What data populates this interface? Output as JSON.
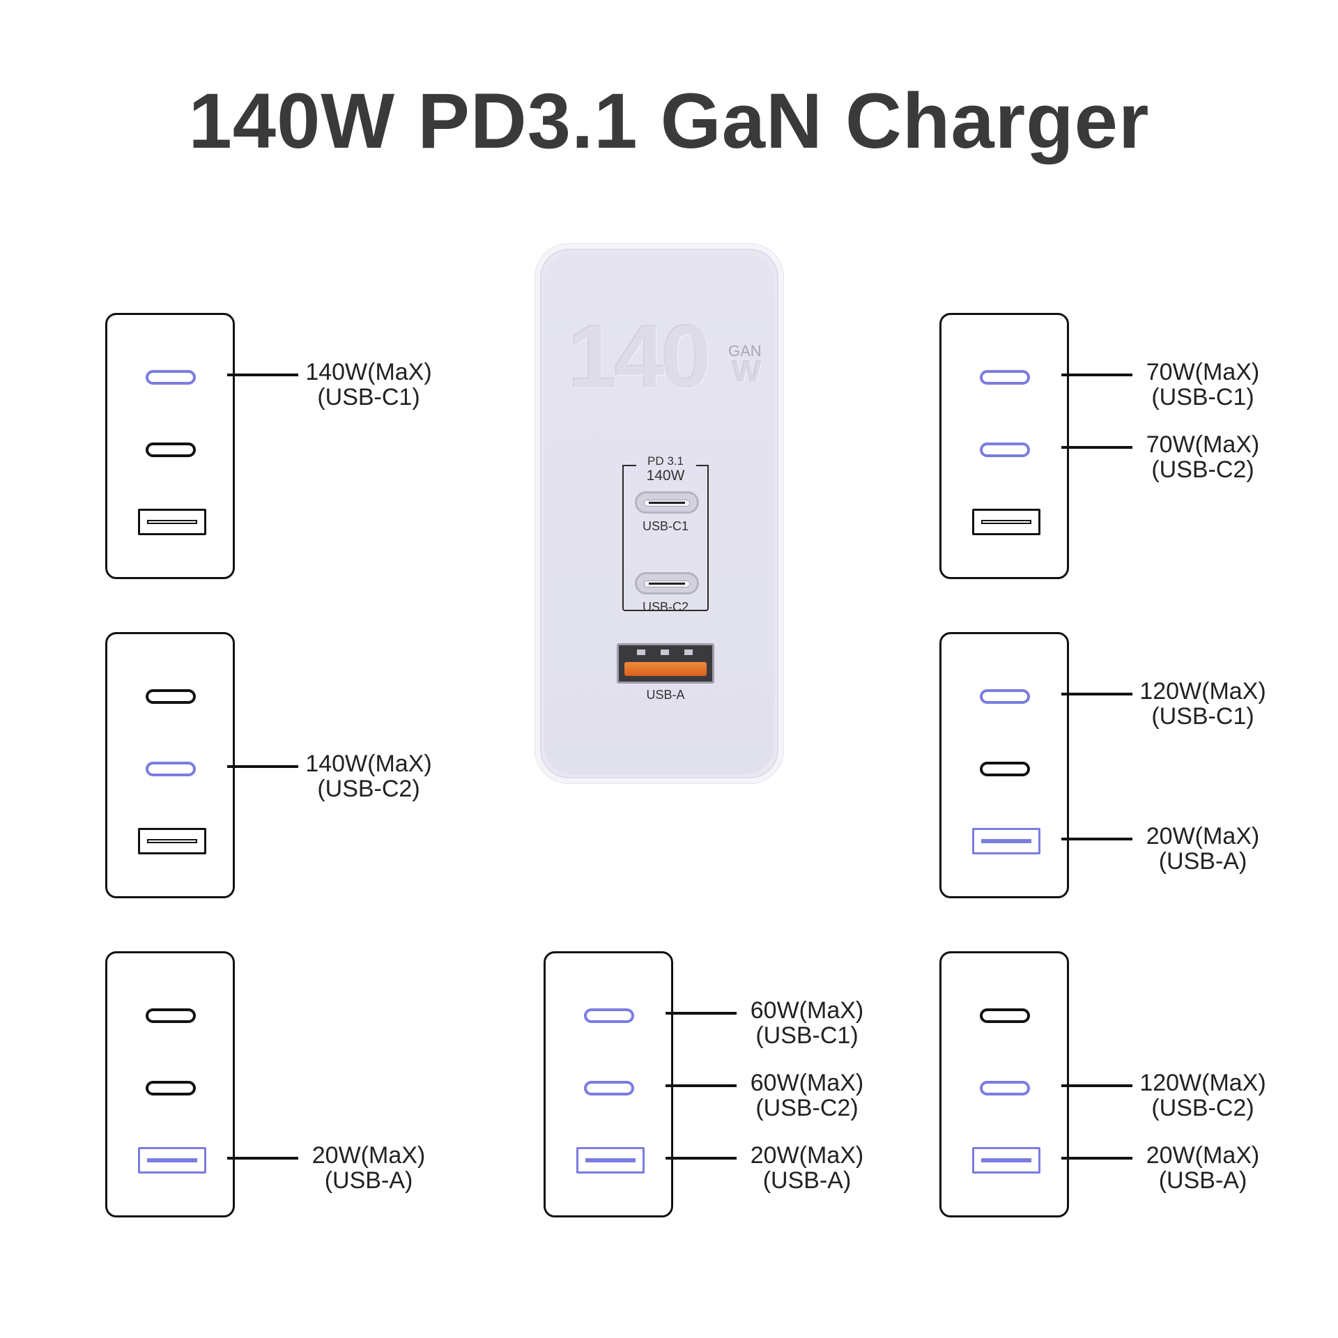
{
  "title": "140W PD3.1 GaN Charger",
  "accent_color": "#7b7ce0",
  "charger": {
    "brand_number": "140",
    "brand_gan": "GAN",
    "brand_w": "W",
    "pd_label": "PD  3.1",
    "pd_watt": "140W",
    "port_c1_label": "USB-C1",
    "port_c2_label": "USB-C2",
    "port_a_label": "USB-A"
  },
  "configs": [
    {
      "id": "c1-only",
      "active": [
        true,
        false,
        false
      ],
      "labels": [
        {
          "port": 0,
          "power": "140W(MaX)",
          "name": "(USB-C1)"
        }
      ]
    },
    {
      "id": "c2-only",
      "active": [
        false,
        true,
        false
      ],
      "labels": [
        {
          "port": 1,
          "power": "140W(MaX)",
          "name": "(USB-C2)"
        }
      ]
    },
    {
      "id": "a-only",
      "active": [
        false,
        false,
        true
      ],
      "labels": [
        {
          "port": 2,
          "power": "20W(MaX)",
          "name": "(USB-A)"
        }
      ]
    },
    {
      "id": "all-three",
      "active": [
        true,
        true,
        true
      ],
      "labels": [
        {
          "port": 0,
          "power": "60W(MaX)",
          "name": "(USB-C1)"
        },
        {
          "port": 1,
          "power": "60W(MaX)",
          "name": "(USB-C2)"
        },
        {
          "port": 2,
          "power": "20W(MaX)",
          "name": "(USB-A)"
        }
      ]
    },
    {
      "id": "c1-c2",
      "active": [
        true,
        true,
        false
      ],
      "labels": [
        {
          "port": 0,
          "power": "70W(MaX)",
          "name": "(USB-C1)"
        },
        {
          "port": 1,
          "power": "70W(MaX)",
          "name": "(USB-C2)"
        }
      ]
    },
    {
      "id": "c1-a",
      "active": [
        true,
        false,
        true
      ],
      "labels": [
        {
          "port": 0,
          "power": "120W(MaX)",
          "name": "(USB-C1)"
        },
        {
          "port": 2,
          "power": "20W(MaX)",
          "name": "(USB-A)"
        }
      ]
    },
    {
      "id": "c2-a",
      "active": [
        false,
        true,
        true
      ],
      "labels": [
        {
          "port": 1,
          "power": "120W(MaX)",
          "name": "(USB-C2)"
        },
        {
          "port": 2,
          "power": "20W(MaX)",
          "name": "(USB-A)"
        }
      ]
    }
  ]
}
